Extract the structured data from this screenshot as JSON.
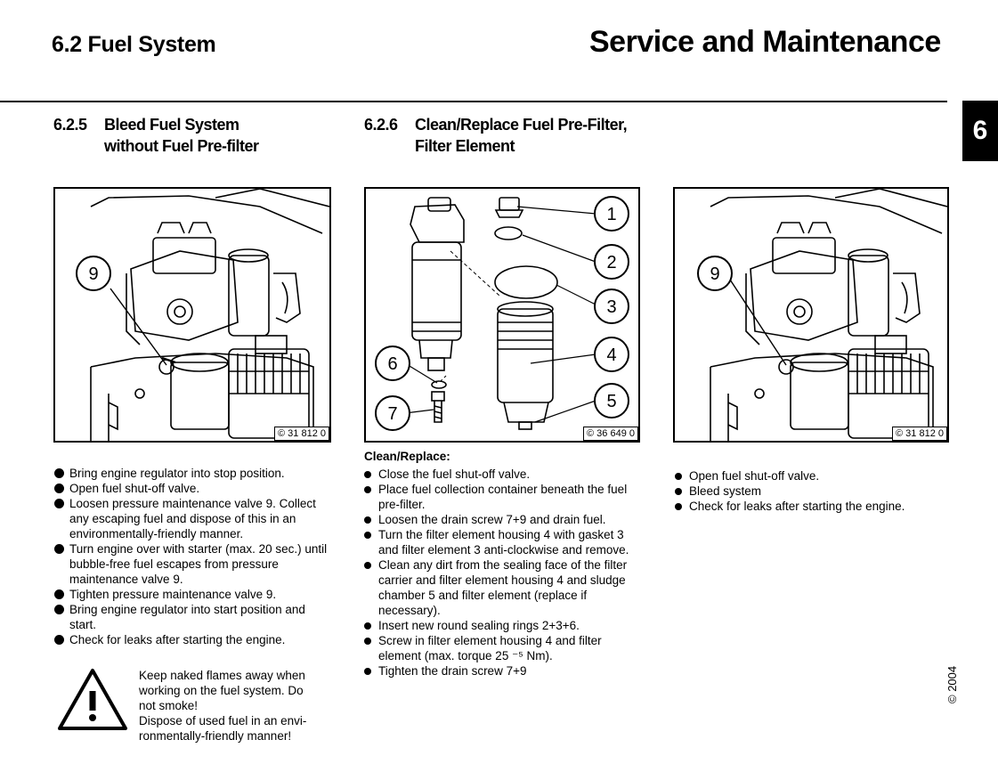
{
  "header": {
    "section": "6.2  Fuel System",
    "chapter": "Service and Maintenance",
    "tab": "6"
  },
  "left": {
    "number": "6.2.5",
    "title_line1": "Bleed Fuel System",
    "title_line2": "without Fuel Pre-filter",
    "figure_id": "© 31 812 0",
    "callout": "9",
    "steps": [
      "Bring engine regulator into stop position.",
      "Open fuel shut-off valve.",
      "Loosen pressure maintenance valve 9. Collect any escaping fuel and dispose of this in an environmentally-friendly manner.",
      "Turn engine over with starter (max. 20 sec.) until bubble-free fuel escapes from pressure maintenance valve 9.",
      "Tighten pressure maintenance valve 9.",
      "Bring engine regulator into start position and start.",
      "Check for leaks after starting the engine."
    ],
    "warning_lines": [
      "Keep naked flames away when",
      "working on the fuel system. Do",
      "not smoke!",
      "Dispose of used fuel in an envi-",
      "ronmentally-friendly manner!"
    ]
  },
  "middle": {
    "number": "6.2.6",
    "title_line1": "Clean/Replace Fuel Pre-Filter,",
    "title_line2": "Filter Element",
    "figure_id": "© 36 649 0",
    "callouts": [
      "1",
      "2",
      "3",
      "4",
      "5",
      "6",
      "7"
    ],
    "caption": "Clean/Replace:",
    "steps": [
      "Close the fuel shut-off valve.",
      "Place fuel collection container beneath the fuel pre-filter.",
      "Loosen the drain screw 7+9 and drain fuel.",
      "Turn the filter element housing 4 with gasket 3 and filter element 3 anti-clockwise and remove.",
      "Clean any dirt from the sealing face of the filter carrier and filter element housing 4 and sludge chamber 5 and filter element (replace if necessary).",
      "Insert new round sealing rings 2+3+6.",
      "Screw in filter element housing 4 and filter element (max. torque 25 ⁻⁵ Nm).",
      "Tighten the drain screw 7+9"
    ]
  },
  "right": {
    "figure_id": "© 31 812 0",
    "callout": "9",
    "steps": [
      "Open fuel shut-off valve.",
      "Bleed system",
      "Check for leaks after starting the engine."
    ]
  },
  "footer": {
    "copyright": "© 2004"
  }
}
